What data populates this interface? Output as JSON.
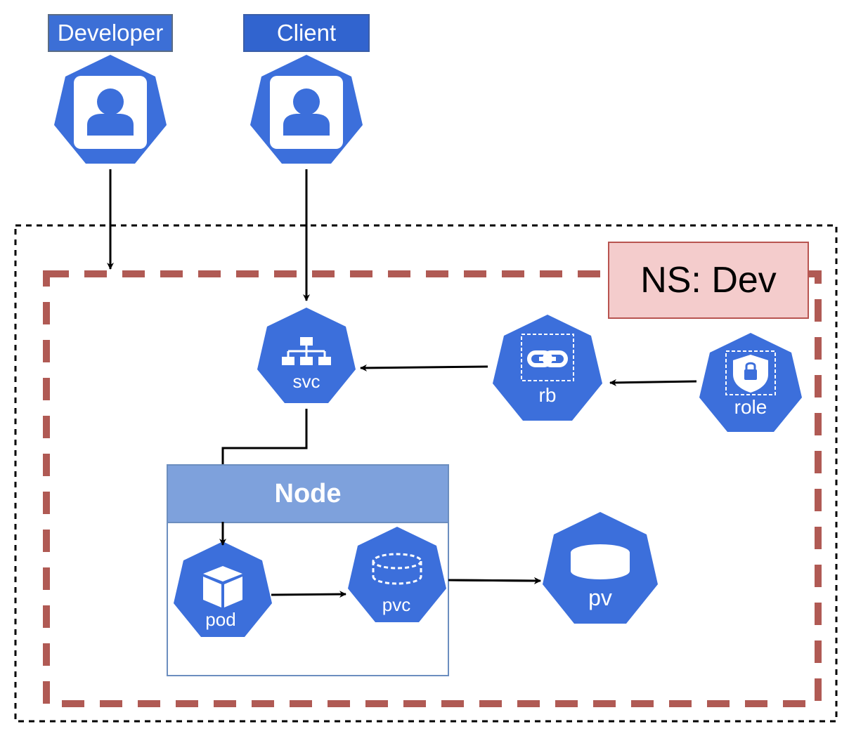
{
  "actors": {
    "developer": "Developer",
    "client": "Client"
  },
  "namespace": {
    "label": "NS: Dev"
  },
  "node": {
    "label": "Node"
  },
  "resources": {
    "svc": "svc",
    "rb": "rb",
    "role": "role",
    "pod": "pod",
    "pvc": "pvc",
    "pv": "pv"
  },
  "colors": {
    "k8s_blue": "#326ce5",
    "namespace_border": "#b85450",
    "namespace_fill": "#f4cccc",
    "node_header": "#7ea1dc",
    "node_border": "#6c8ebf",
    "arrow": "#000000"
  },
  "icons": {
    "developer": "user-icon",
    "client": "user-icon",
    "svc": "service-network-icon",
    "rb": "rolebinding-link-icon",
    "role": "role-shield-lock-icon",
    "pod": "pod-cube-icon",
    "pvc": "pvc-dashed-cylinder-icon",
    "pv": "pv-cylinder-icon"
  }
}
